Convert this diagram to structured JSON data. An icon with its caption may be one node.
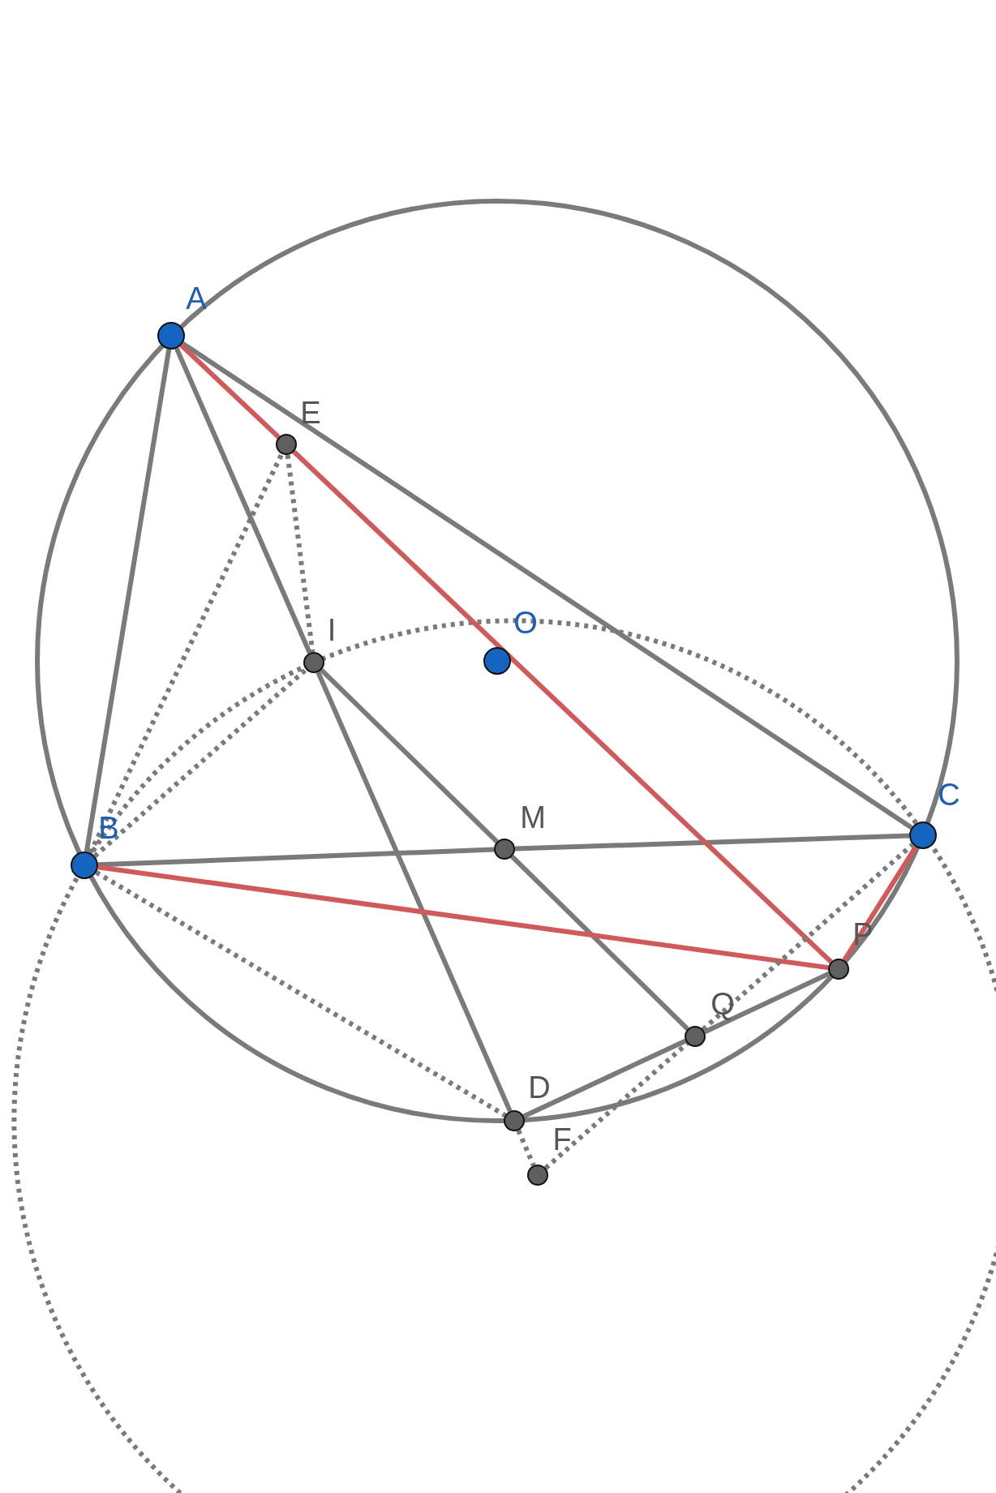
{
  "diagram": {
    "nodes": [
      {
        "text": [
          "A"
        ]
      },
      {
        "text": [
          "B"
        ]
      },
      {
        "text": [
          "C"
        ]
      },
      {
        "text": [
          "O"
        ]
      },
      {
        "text": [
          "E"
        ]
      },
      {
        "text": [
          "I"
        ]
      },
      {
        "text": [
          "M"
        ]
      },
      {
        "text": [
          "P"
        ]
      },
      {
        "text": [
          "Q"
        ]
      },
      {
        "text": [
          "D"
        ]
      },
      {
        "text": [
          "F"
        ]
      }
    ],
    "edges": [
      {
        "from": 0,
        "to": 1,
        "arrow": "none"
      },
      {
        "from": 0,
        "to": 2,
        "arrow": "none"
      },
      {
        "from": 0,
        "to": 5,
        "arrow": "none"
      },
      {
        "from": 5,
        "to": 9,
        "arrow": "none"
      },
      {
        "from": 1,
        "to": 6,
        "arrow": "none"
      },
      {
        "from": 6,
        "to": 2,
        "arrow": "none"
      },
      {
        "from": 5,
        "to": 6,
        "arrow": "none"
      },
      {
        "from": 6,
        "to": 8,
        "arrow": "none"
      },
      {
        "from": 9,
        "to": 8,
        "arrow": "none"
      },
      {
        "from": 8,
        "to": 7,
        "arrow": "none"
      },
      {
        "from": 0,
        "to": 4,
        "arrow": "none",
        "color": "#d05a5a"
      },
      {
        "from": 4,
        "to": 7,
        "arrow": "none",
        "color": "#d05a5a"
      },
      {
        "from": 1,
        "to": 7,
        "arrow": "none",
        "color": "#d05a5a"
      },
      {
        "from": 2,
        "to": 7,
        "arrow": "none",
        "color": "#d05a5a"
      },
      {
        "from": 1,
        "to": 4,
        "arrow": "none",
        "style": "dashed"
      },
      {
        "from": 4,
        "to": 5,
        "arrow": "none",
        "style": "dashed"
      },
      {
        "from": 1,
        "to": 5,
        "arrow": "none",
        "style": "dashed"
      },
      {
        "from": 1,
        "to": 9,
        "arrow": "none",
        "style": "dashed"
      },
      {
        "from": 9,
        "to": 10,
        "arrow": "none",
        "style": "dashed"
      },
      {
        "from": 10,
        "to": 8,
        "arrow": "none",
        "style": "dashed"
      },
      {
        "from": 8,
        "to": 2,
        "arrow": "none",
        "style": "dashed"
      }
    ]
  }
}
